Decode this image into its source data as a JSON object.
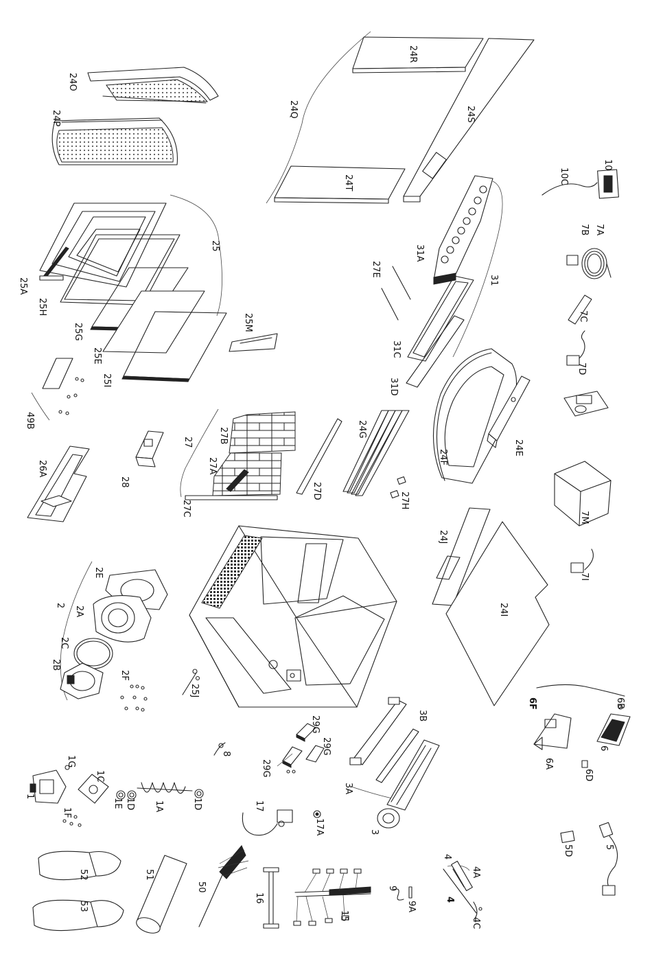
{
  "diagram": {
    "labels": {
      "l24O": "24O",
      "l24P": "24P",
      "l24Q": "24Q",
      "l24R": "24R",
      "l24S": "24S",
      "l24T": "24T",
      "l10": "10",
      "l10C": "10C",
      "l7A": "7A",
      "l7B": "7B",
      "l7C": "7C",
      "l7D": "7D",
      "l7M": "7M",
      "l7I": "7I",
      "l25": "25",
      "l25A": "25A",
      "l25H": "25H",
      "l25G": "25G",
      "l25E": "25E",
      "l25I": "25I",
      "l25M": "25M",
      "l31": "31",
      "l31A": "31A",
      "l31C": "31C",
      "l31D": "31D",
      "l27E": "27E",
      "l49B": "49B",
      "l26A": "26A",
      "l28": "28",
      "l27": "27",
      "l27A": "27A",
      "l27B": "27B",
      "l27C": "27C",
      "l27D": "27D",
      "l27H": "27H",
      "l24G": "24G",
      "l24F": "24F",
      "l24E": "24E",
      "l24J": "24J",
      "l24I": "24I",
      "l2": "2",
      "l2A": "2A",
      "l2B": "2B",
      "l2C": "2C",
      "l2E": "2E",
      "l2F": "2F",
      "l25J": "25J",
      "l6F": "6F",
      "l6": "6",
      "l6A": "6A",
      "l6B": "6B",
      "l6D": "6D",
      "l1": "1",
      "l1G": "1G",
      "l1C": "1C",
      "l1E": "1E",
      "l1D": "1D",
      "l1A": "1A",
      "l1D2": "1D",
      "l1F": "1F",
      "l8": "8",
      "l29G": "29G",
      "l29G2": "29G",
      "l29G3": "29G",
      "l3": "3",
      "l3A": "3A",
      "l3B": "3B",
      "l17": "17",
      "l17A": "17A",
      "l5D": "5D",
      "l5": "5",
      "l52": "52",
      "l53": "53",
      "l51": "51",
      "l50": "50",
      "l16": "16",
      "l15": "15",
      "l9": "9",
      "l9A": "9A",
      "l4": "4",
      "l4b": "4",
      "l4A": "4A",
      "l4C": "4C"
    }
  }
}
